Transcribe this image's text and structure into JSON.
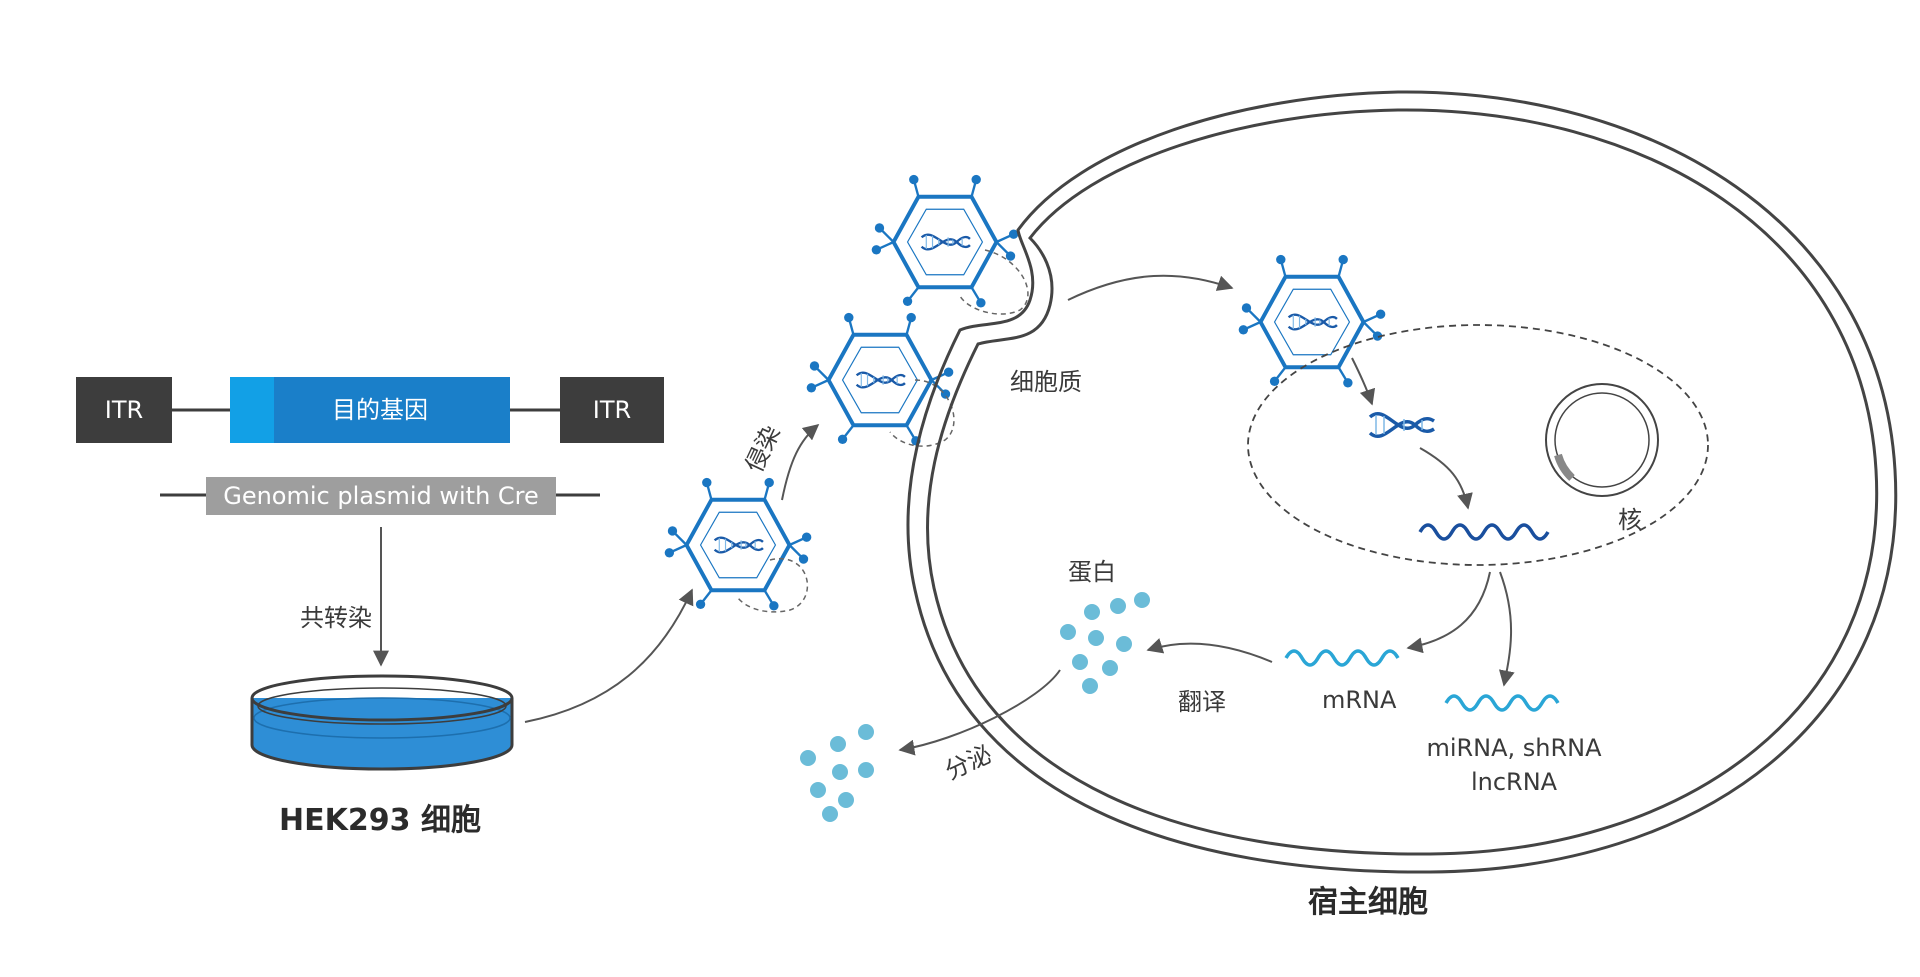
{
  "construct": {
    "itr_left": "ITR",
    "gene": "目的基因",
    "itr_right": "ITR",
    "plasmid": "Genomic plasmid with Cre"
  },
  "labels": {
    "cotransfection": "共转染",
    "hek_cell": "HEK293 细胞",
    "infection": "侵染",
    "cytoplasm": "细胞质",
    "nucleus": "核",
    "protein": "蛋白",
    "translation": "翻译",
    "mrna": "mRNA",
    "small_rna_line1": "miRNA, shRNA",
    "small_rna_line2": "lncRNA",
    "secretion": "分泌",
    "host_cell": "宿主细胞"
  },
  "colors": {
    "itr_box": "#3d3d3d",
    "gene_blue": "#1a7fc9",
    "gene_accent": "#12a0e6",
    "plasmid_gray": "#9e9e9e",
    "virus_blue": "#1a76c2",
    "dna_dark": "#1a5aa8",
    "rna_dark": "#1a4f9e",
    "rna_light": "#2aa6d6",
    "protein_dot": "#6bbcd8",
    "dish_blue": "#2e8ed6",
    "arrow_gray": "#555555",
    "cell_outline": "#444444"
  }
}
